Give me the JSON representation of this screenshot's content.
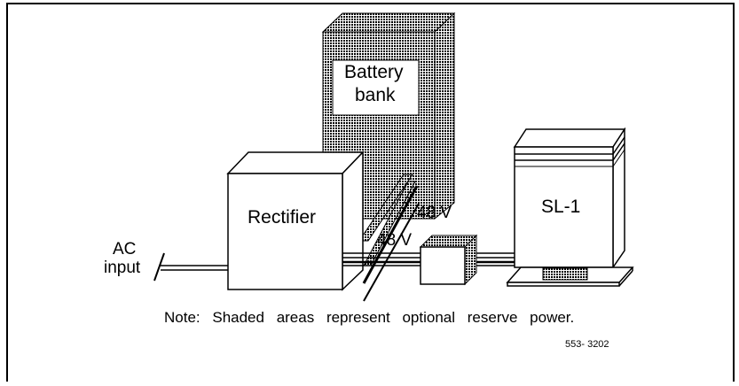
{
  "diagram": {
    "battery_label_line1": "Battery",
    "battery_label_line2": "bank",
    "rectifier_label": "Rectifier",
    "sl1_label": "SL-1",
    "voltage_label_battery": "48 V",
    "voltage_label_output": "48 V",
    "ac_label_line1": "AC",
    "ac_label_line2": "input",
    "note": "Note: Shaded areas represent optional reserve power.",
    "figure_number": "553- 3202"
  }
}
